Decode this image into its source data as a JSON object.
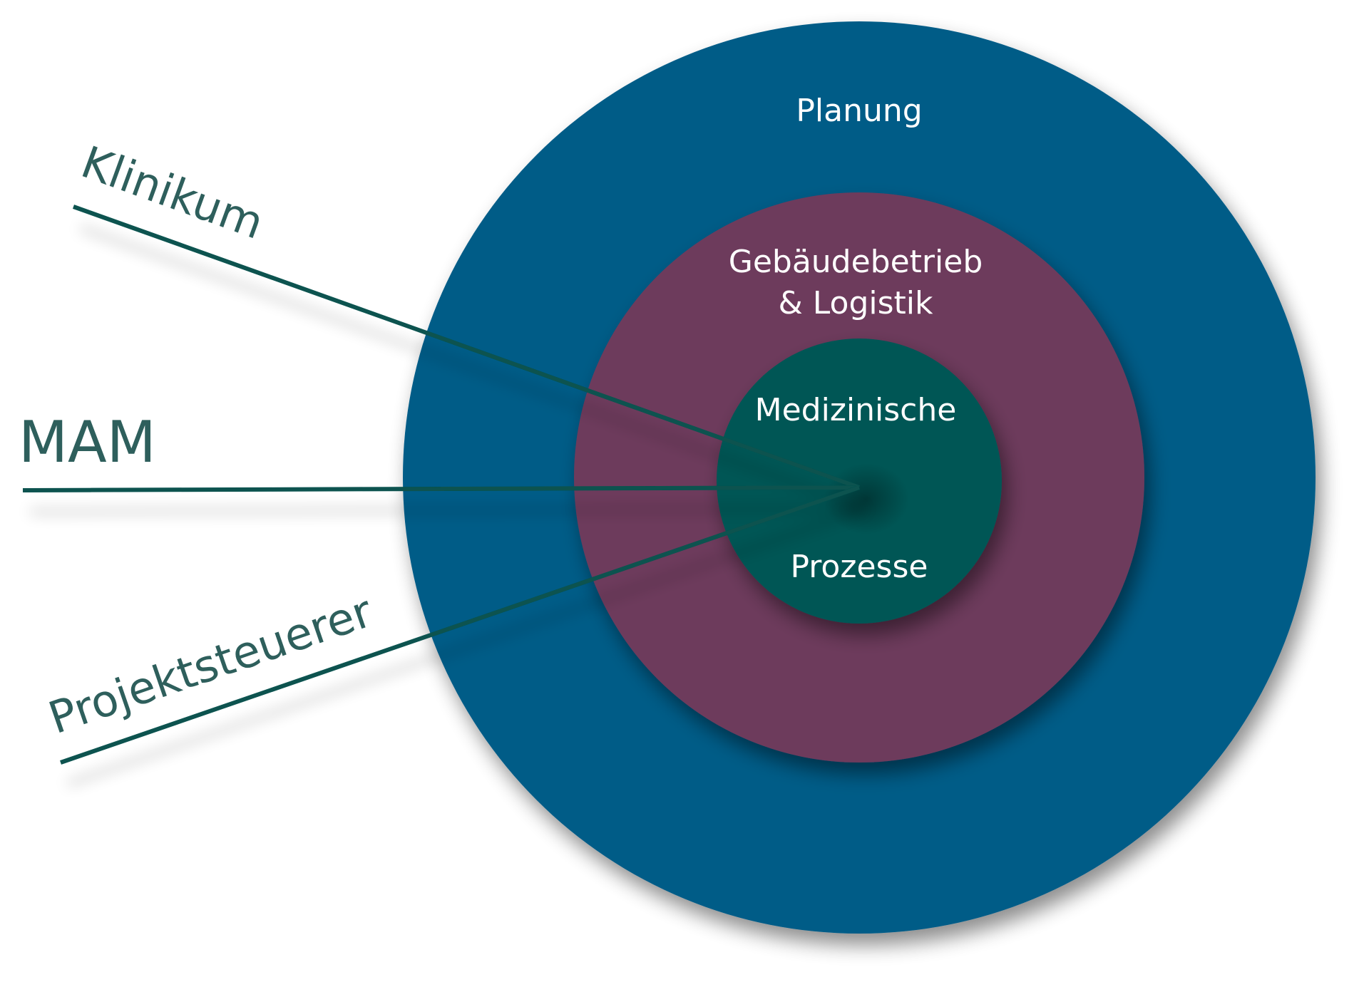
{
  "diagram": {
    "rings": [
      {
        "id": "outer",
        "label_lines": [
          "Planung"
        ],
        "color": "#035b87"
      },
      {
        "id": "middle",
        "label_lines": [
          "Gebäudebetrieb",
          "& Logistik"
        ],
        "color": "#6d3b5c"
      },
      {
        "id": "inner",
        "label_lines": [
          "Medizinische",
          "Prozesse"
        ],
        "color": "#035755"
      }
    ],
    "stakeholders": [
      {
        "label": "Klinikum"
      },
      {
        "label": "MAM"
      },
      {
        "label": "Projektsteuerer"
      }
    ],
    "colors": {
      "line": "#07524f",
      "stakeholder_text": "#2e5f5c",
      "ring_text": "#ffffff"
    }
  }
}
